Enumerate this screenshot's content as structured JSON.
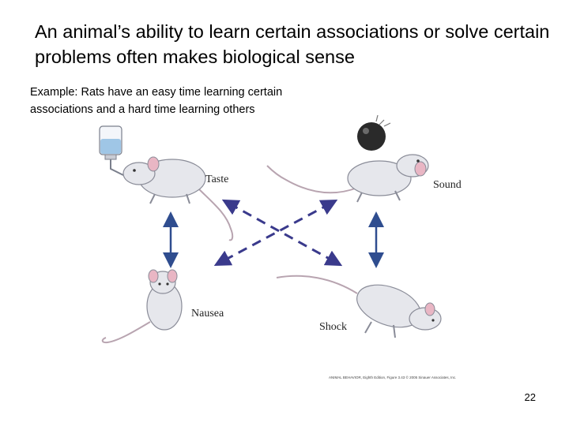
{
  "slide": {
    "title": "An animal’s ability to learn certain associations or solve certain problems often makes biological sense",
    "subtitle": "Example:  Rats have an easy time learning certain associations and a hard time learning others",
    "page_number": "22",
    "credit": "ANIMAL BEHAVIOR, Eighth Edition, Figure 3.43 © 2005 Sinauer Associates, Inc."
  },
  "figure": {
    "labels": {
      "taste": "Taste",
      "sound": "Sound",
      "nausea": "Nausea",
      "shock": "Shock"
    },
    "colors": {
      "arrow": "#2f4d8f",
      "dashed_arrow": "#3a3a8c",
      "rat_body": "#e6e7ec",
      "rat_outline": "#8a8c98",
      "rat_ear": "#e9b6c4",
      "bell": "#2a2a2a",
      "water_bottle": "#9fc6e6"
    }
  }
}
